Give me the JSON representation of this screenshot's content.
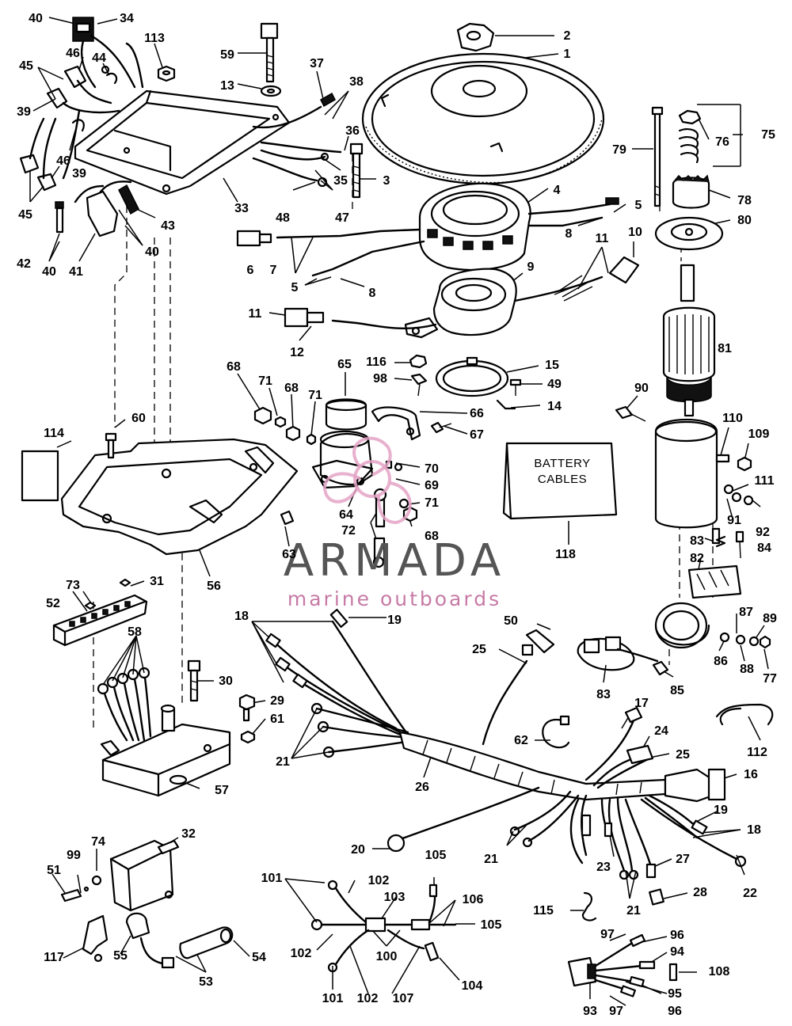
{
  "battery_box": {
    "line1": "BATTERY",
    "line2": "CABLES"
  },
  "watermark": {
    "brand": "ARMADA",
    "tagline": "marine outboards",
    "logo_icon": "propeller-icon",
    "accent": "#c77aa5"
  },
  "labels": {
    "l1": "1",
    "l2": "2",
    "l3": "3",
    "l4": "4",
    "l5a": "5",
    "l5b": "5",
    "l6": "6",
    "l7": "7",
    "l8a": "8",
    "l8b": "8",
    "l9": "9",
    "l10": "10",
    "l11a": "11",
    "l11b": "11",
    "l12": "12",
    "l13": "13",
    "l14": "14",
    "l15": "15",
    "l16": "16",
    "l17": "17",
    "l18a": "18",
    "l18b": "18",
    "l19a": "19",
    "l19b": "19",
    "l20": "20",
    "l21a": "21",
    "l21b": "21",
    "l21c": "21",
    "l22": "22",
    "l23": "23",
    "l24": "24",
    "l25a": "25",
    "l25b": "25",
    "l26": "26",
    "l27": "27",
    "l28": "28",
    "l29": "29",
    "l30": "30",
    "l31": "31",
    "l32": "32",
    "l33": "33",
    "l34": "34",
    "l35": "35",
    "l36": "36",
    "l37": "37",
    "l38": "38",
    "l39a": "39",
    "l39b": "39",
    "l40a": "40",
    "l40b": "40",
    "l40c": "40",
    "l41": "41",
    "l42": "42",
    "l43": "43",
    "l44": "44",
    "l45a": "45",
    "l45b": "45",
    "l46a": "46",
    "l46b": "46",
    "l47": "47",
    "l48": "48",
    "l49": "49",
    "l50": "50",
    "l51": "51",
    "l52": "52",
    "l53": "53",
    "l54": "54",
    "l55": "55",
    "l56": "56",
    "l57": "57",
    "l58": "58",
    "l59": "59",
    "l60": "60",
    "l61": "61",
    "l62": "62",
    "l63": "63",
    "l64": "64",
    "l65": "65",
    "l66": "66",
    "l67": "67",
    "l68a": "68",
    "l68b": "68",
    "l68c": "68",
    "l69": "69",
    "l70": "70",
    "l71a": "71",
    "l71b": "71",
    "l71c": "71",
    "l72": "72",
    "l73": "73",
    "l74": "74",
    "l75": "75",
    "l76": "76",
    "l77": "77",
    "l78": "78",
    "l79": "79",
    "l80": "80",
    "l81": "81",
    "l82": "82",
    "l83a": "83",
    "l83b": "83",
    "l84": "84",
    "l85": "85",
    "l86": "86",
    "l87": "87",
    "l88": "88",
    "l89": "89",
    "l90": "90",
    "l91": "91",
    "l92": "92",
    "l93": "93",
    "l94": "94",
    "l95": "95",
    "l96a": "96",
    "l96b": "96",
    "l97a": "97",
    "l97b": "97",
    "l98": "98",
    "l99": "99",
    "l100": "100",
    "l101a": "101",
    "l101b": "101",
    "l102a": "102",
    "l102b": "102",
    "l102c": "102",
    "l103": "103",
    "l104": "104",
    "l105a": "105",
    "l105b": "105",
    "l106": "106",
    "l107": "107",
    "l108": "108",
    "l109": "109",
    "l110": "110",
    "l111": "111",
    "l112": "112",
    "l113": "113",
    "l114": "114",
    "l115": "115",
    "l116": "116",
    "l117": "117",
    "l118": "118"
  }
}
